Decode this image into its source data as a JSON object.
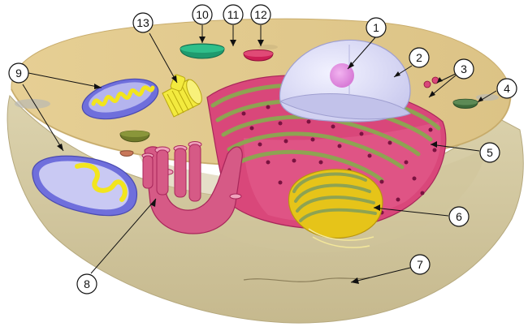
{
  "diagram": {
    "callouts": [
      {
        "label": "1"
      },
      {
        "label": "2"
      },
      {
        "label": "3"
      },
      {
        "label": "4"
      },
      {
        "label": "5"
      },
      {
        "label": "6"
      },
      {
        "label": "7"
      },
      {
        "label": "8"
      },
      {
        "label": "9"
      },
      {
        "label": "10"
      },
      {
        "label": "11"
      },
      {
        "label": "12"
      },
      {
        "label": "13"
      }
    ]
  },
  "colors": {
    "cytoplasm_top": "#e3c98b",
    "cell_body": "#d8cfaa",
    "nucleus": "#d9d9f5",
    "nucleolus": "#e48be0",
    "rough_er": "#d9477a",
    "golgi": "#e6c419",
    "mitochondria_membrane": "#6f6fdc",
    "centriole": "#f3ea3e",
    "vesicle": "#1f9a6e",
    "lysosome": "#cc1f55"
  }
}
